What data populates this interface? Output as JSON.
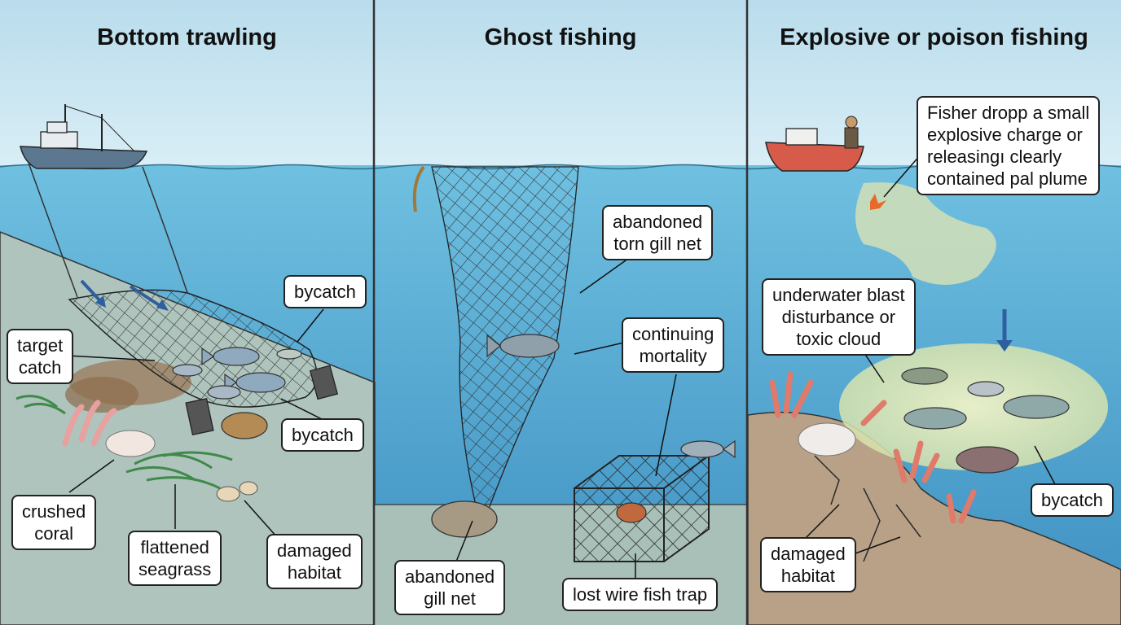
{
  "panels": [
    {
      "title": "Bottom trawling"
    },
    {
      "title": "Ghost fishing"
    },
    {
      "title": "Explosive or poison fishing"
    }
  ],
  "trawling_labels": {
    "bycatch_top": "bycatch",
    "target_catch": [
      "target",
      "catch"
    ],
    "bycatch_bottom": "bycatch",
    "crushed_coral": [
      "crushed",
      "coral"
    ],
    "flattened_seagrass": [
      "flattened",
      "seagrass"
    ],
    "damaged_habitat": [
      "damaged",
      "habitat"
    ]
  },
  "ghost_labels": {
    "torn_gill_net": [
      "abandoned",
      "torn gill net"
    ],
    "continuing_mortality": [
      "continuing",
      "mortality"
    ],
    "abandoned_gill_net": [
      "abandoned",
      "gill net"
    ],
    "lost_trap": "lost wire fish trap"
  },
  "explosive_labels": {
    "fisher_note": [
      "Fisher dropp a small",
      "explosive charge or",
      "releasingı clearly",
      "contained pal plume"
    ],
    "blast": [
      "underwater blast",
      "disturbance or",
      "toxic cloud"
    ],
    "bycatch": "bycatch",
    "damaged_habitat": [
      "damaged",
      "habitat"
    ]
  },
  "colors": {
    "sky": "#c9e6f2",
    "water_top": "#5fb5d9",
    "water_bottom": "#3f93c4",
    "seabed": "#a9bfb7",
    "rock": "#b69f86",
    "coral": "#e07a6a",
    "cloud": "#dfe6b8",
    "divider": "#333333"
  }
}
